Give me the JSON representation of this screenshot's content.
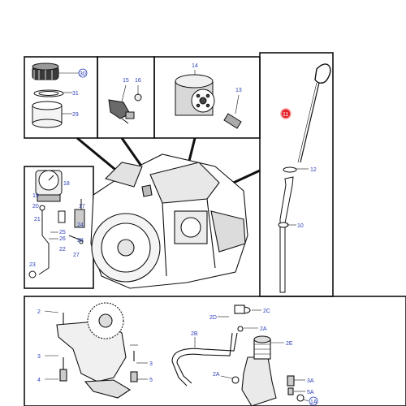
{
  "colors": {
    "line": "#111111",
    "label_blue": "#2b3fb8",
    "highlight_fill": "#e0262b",
    "highlight_ring": "#ff9a9a",
    "panel_border": "#111111"
  },
  "callouts": {
    "n30": "30",
    "n31": "31",
    "n29": "29",
    "n15": "15",
    "n16": "16",
    "n14": "14",
    "n13": "13",
    "n11": "11",
    "n12": "12",
    "n10": "10",
    "n18": "18",
    "n19": "19",
    "n20": "20",
    "n21": "21",
    "n17": "17",
    "n24": "24",
    "n25": "25",
    "n26": "26",
    "n28": "28",
    "n22": "22",
    "n27": "27",
    "n23": "23",
    "n2": "2",
    "n3a": "3",
    "n3b": "3",
    "n4": "4",
    "n5": "5",
    "n2D": "2D",
    "n2C": "2C",
    "n2B": "2B",
    "n2A_top": "2A",
    "n2E": "2E",
    "n2A_bottom": "2A",
    "n3A": "3A",
    "n5A": "5A",
    "n1A": "1A"
  },
  "icons": {
    "highlighted_part": "dipstick-part-11-marker"
  }
}
